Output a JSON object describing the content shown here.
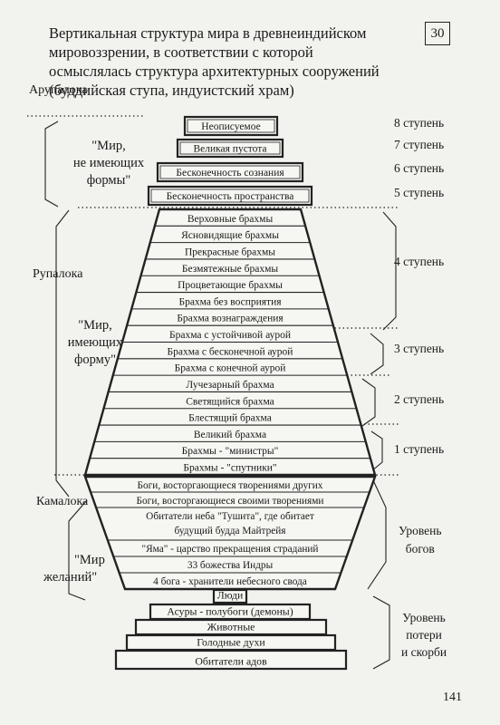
{
  "title_lines": [
    "Вертикальная структура мира в древнеиндийском",
    "мировоззрении, в соответствии с которой",
    "осмыслялась структура архитектурных сооружений",
    "(буддийская ступа, индуистский храм)"
  ],
  "page_box": "30",
  "page_number": "141",
  "zones": {
    "arupaloka": "Арупалока",
    "rupaloka": "Рупалока",
    "kamaloka": "Камалока"
  },
  "quotes": {
    "formless": [
      "\"Мир,",
      "не имеющих",
      "формы\""
    ],
    "form": [
      "\"Мир,",
      "имеющих",
      "форму\""
    ],
    "desire": [
      "\"Мир",
      "желаний\""
    ]
  },
  "stages": {
    "s8": "8 ступень",
    "s7": "7 ступень",
    "s6": "6 ступень",
    "s5": "5 ступень",
    "s4": "4 ступень",
    "s3": "3 ступень",
    "s2": "2 ступень",
    "s1": "1 ступень",
    "gods": [
      "Уровень",
      "богов"
    ],
    "loss": [
      "Уровень",
      "потери",
      "и скорби"
    ]
  },
  "top_boxes": [
    "Неописуемое",
    "Великая пустота",
    "Бесконечность сознания",
    "Бесконечность пространства"
  ],
  "rupa_rows": [
    "Верховные брахмы",
    "Ясновидящие брахмы",
    "Прекрасные брахмы",
    "Безмятежные брахмы",
    "Процветающие брахмы",
    "Брахма без восприятия",
    "Брахма вознаграждения",
    "Брахма с устойчивой аурой",
    "Брахма с бесконечной аурой",
    "Брахма с конечной аурой",
    "Лучезарный брахма",
    "Светящийся брахма",
    "Блестящий брахма",
    "Великий брахма",
    "Брахмы - \"министры\"",
    "Брахмы - \"спутники\""
  ],
  "kama_rows": [
    "Боги, восторгающиеся творениями других",
    "Боги, восторгающиеся своими творениями",
    "Обитатели неба \"Тушита\", где обитает",
    "будущий будда Майтрейя",
    "\"Яма\" - царство прекращения страданий",
    "33 божества Индры",
    "4 бога - хранители небесного свода"
  ],
  "bottom_boxes": [
    "Люди",
    "Асуры - полубоги (демоны)",
    "Животные",
    "Голодные духи",
    "Обитатели адов"
  ]
}
